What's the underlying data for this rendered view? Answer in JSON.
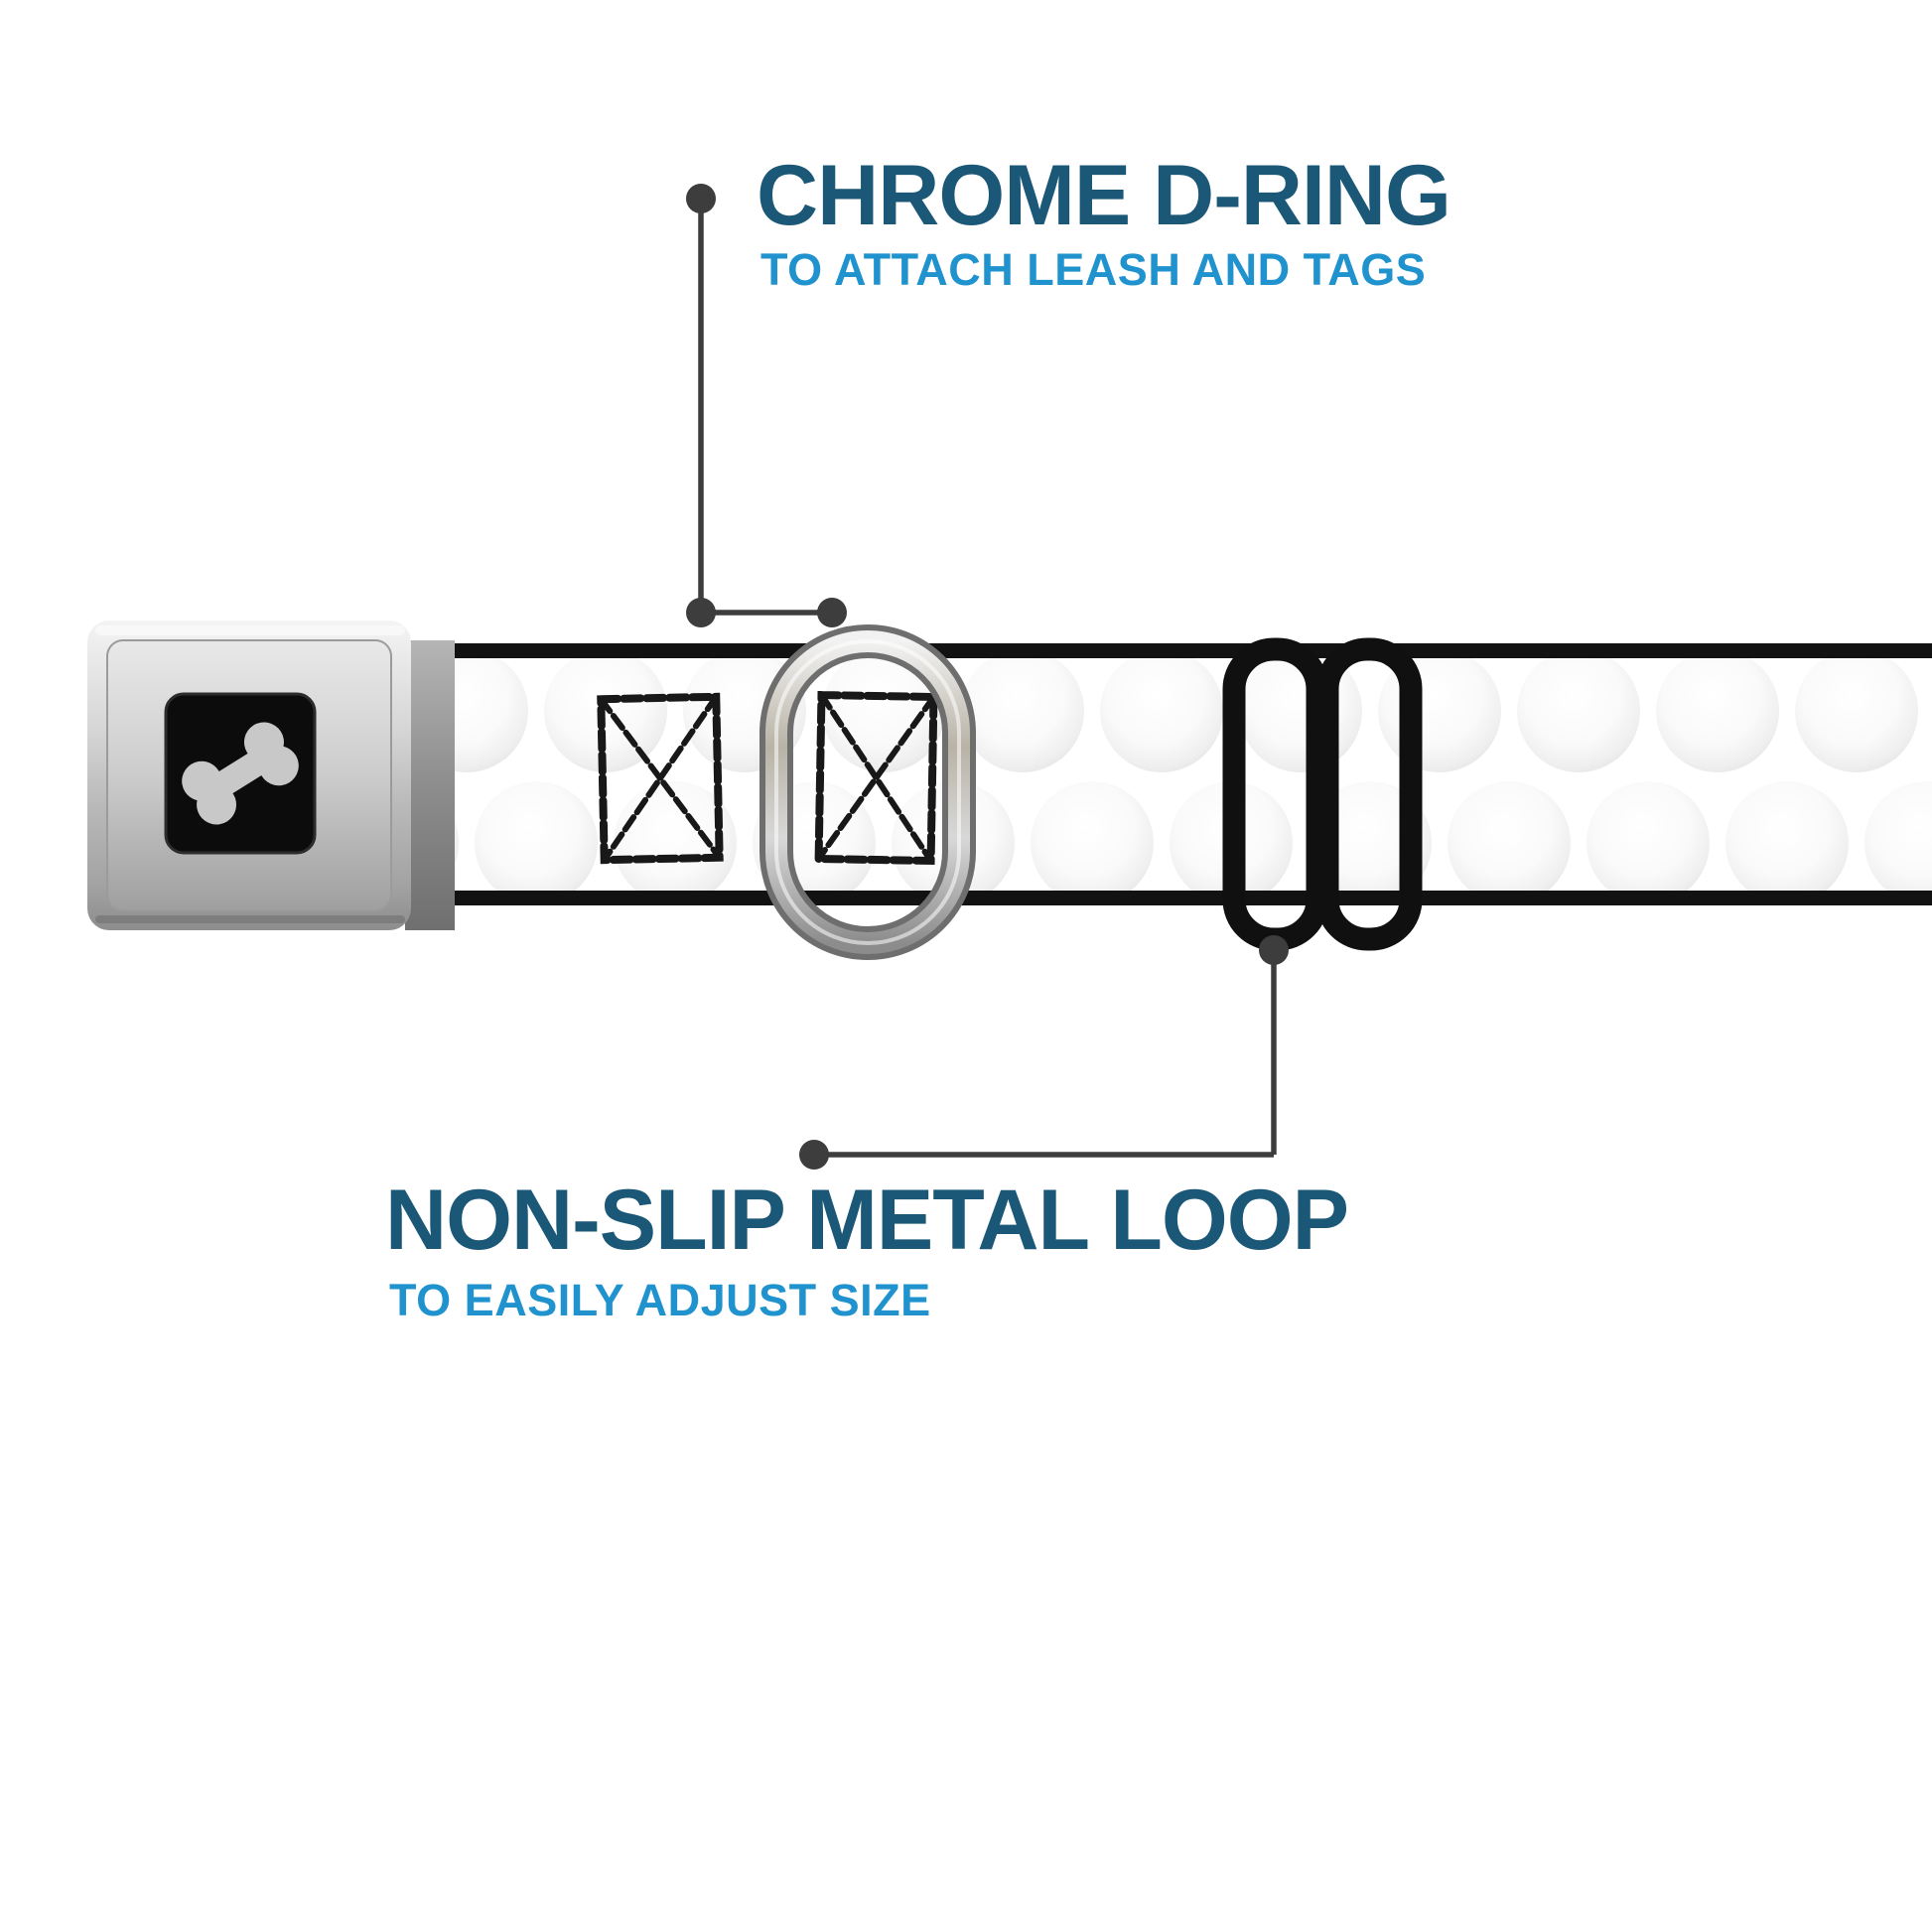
{
  "page": {
    "background": "#ffffff",
    "description": "Dog collar product callout diagram"
  },
  "callouts": {
    "top": {
      "title": "CHROME D-RING",
      "subtitle": "TO ATTACH LEASH AND TAGS"
    },
    "bottom": {
      "title": "NON-SLIP METAL LOOP",
      "subtitle": "TO EASILY ADJUST SIZE"
    }
  },
  "colors": {
    "title_navy": "#1b5878",
    "subtitle_blue": "#2093ce",
    "connector_gray": "#3d3d3d",
    "collar_edge_black": "#121212",
    "webbing_white": "#ffffff",
    "chrome_light": "#f0f0f0",
    "chrome_dark": "#8a8a8a",
    "buckle_center_black": "#0c0c0c",
    "bone_gray": "#c8c8c8",
    "slider_black": "#101010"
  },
  "icons": {
    "buckle_center": "dog-bone-icon"
  },
  "product_parts": {
    "buckle": "seatbelt-buckle",
    "d_ring": "chrome-d-ring",
    "slider": "non-slip-metal-loop",
    "webbing": "golf-ball-print-webbing"
  }
}
